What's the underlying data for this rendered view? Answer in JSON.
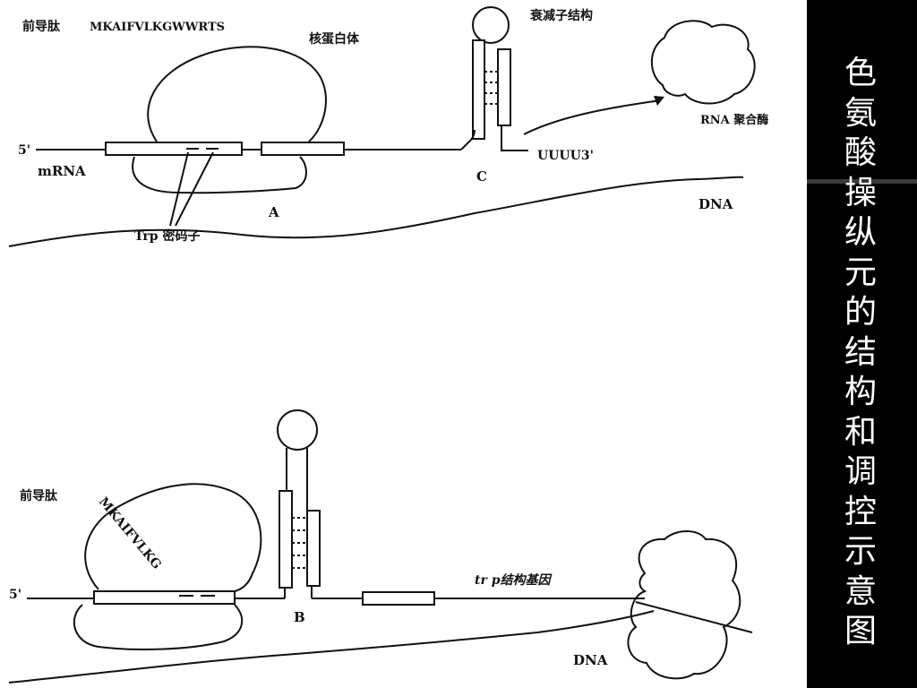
{
  "slide": {
    "title": "色氨酸操纵元的结构和调控示意图"
  },
  "diagram_top": {
    "leader_peptide_label": "前导肽",
    "leader_peptide_sequence": "MKAIFVLKGWWRTS",
    "ribosome_label": "核蛋白体",
    "attenuator_label": "衰减子结构",
    "rna_polymerase_label": "RNA 聚合酶",
    "five_prime": "5'",
    "mrna_label": "mRNA",
    "trp_codon_label": "Trp 密码子",
    "label_a": "A",
    "label_c": "C",
    "uuuu_label": "UUUU3'",
    "dna_label": "DNA"
  },
  "diagram_bottom": {
    "leader_peptide_label": "前导肽",
    "leader_peptide_sequence": "MKAIFVLKG",
    "five_prime": "5'",
    "label_b": "B",
    "trp_gene_label": "tr p结构基因",
    "dna_label": "DNA"
  },
  "colors": {
    "background": "#000000",
    "panel": "#ffffff",
    "ink": "#111111",
    "title_text": "#ffffff"
  }
}
